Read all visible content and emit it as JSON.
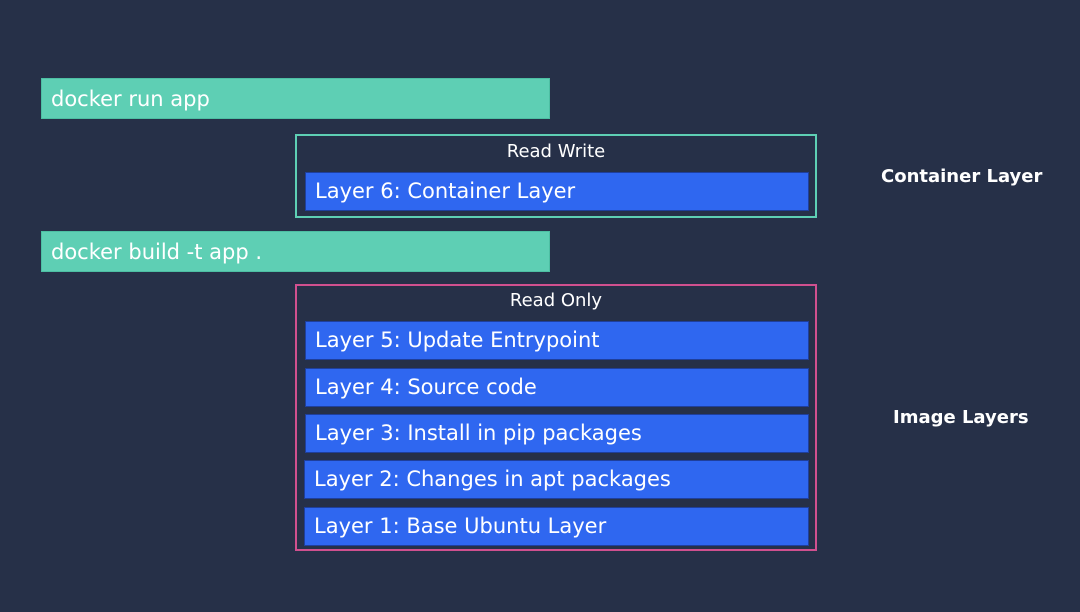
{
  "commands": {
    "run": "docker run app",
    "build": "docker build -t app ."
  },
  "container_group": {
    "title": "Read Write",
    "layers": [
      "Layer 6: Container Layer"
    ]
  },
  "image_group": {
    "title": "Read Only",
    "layers": [
      "Layer 5: Update Entrypoint",
      "Layer 4: Source code",
      "Layer 3: Install in pip packages",
      "Layer 2: Changes in apt packages",
      "Layer 1: Base Ubuntu Layer"
    ]
  },
  "side_labels": {
    "container": "Container Layer",
    "image": "Image Layers"
  },
  "colors": {
    "background": "#263048",
    "command_fill": "#5ecfb4",
    "layer_fill": "#2f67f0",
    "read_write_border": "#5ecfb4",
    "read_only_border": "#d0508f"
  }
}
